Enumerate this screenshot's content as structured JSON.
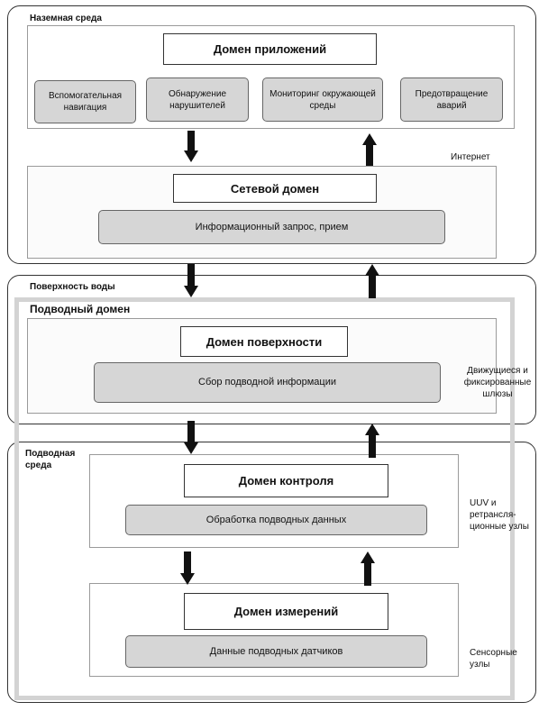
{
  "ground_env": {
    "label": "Наземная среда",
    "application_domain": {
      "title": "Домен приложений",
      "services": [
        "Вспомогательная навигация",
        "Обнаружение нарушителей",
        "Мониторинг окружающей среды",
        "Предотвращение аварий"
      ]
    },
    "internet_label": "Интернет",
    "network_domain": {
      "title": "Сетевой домен",
      "function": "Информационный запрос, прием"
    }
  },
  "water_surface": {
    "label": "Поверхность воды",
    "underwater_domain_label": "Подводный домен",
    "surface_domain": {
      "title": "Домен поверхности",
      "function": "Сбор подводной информации"
    },
    "gateways_label": "Движущиеся и фиксированные шлюзы"
  },
  "underwater_env": {
    "label": "Подводная среда",
    "control_domain": {
      "title": "Домен контроля",
      "function": "Обработка подводных данных"
    },
    "uuv_label": "UUV и ретрансля-ционные узлы",
    "measurement_domain": {
      "title": "Домен измерений",
      "function": "Данные подводных датчиков"
    },
    "sensor_label": "Сенсорные узлы"
  }
}
